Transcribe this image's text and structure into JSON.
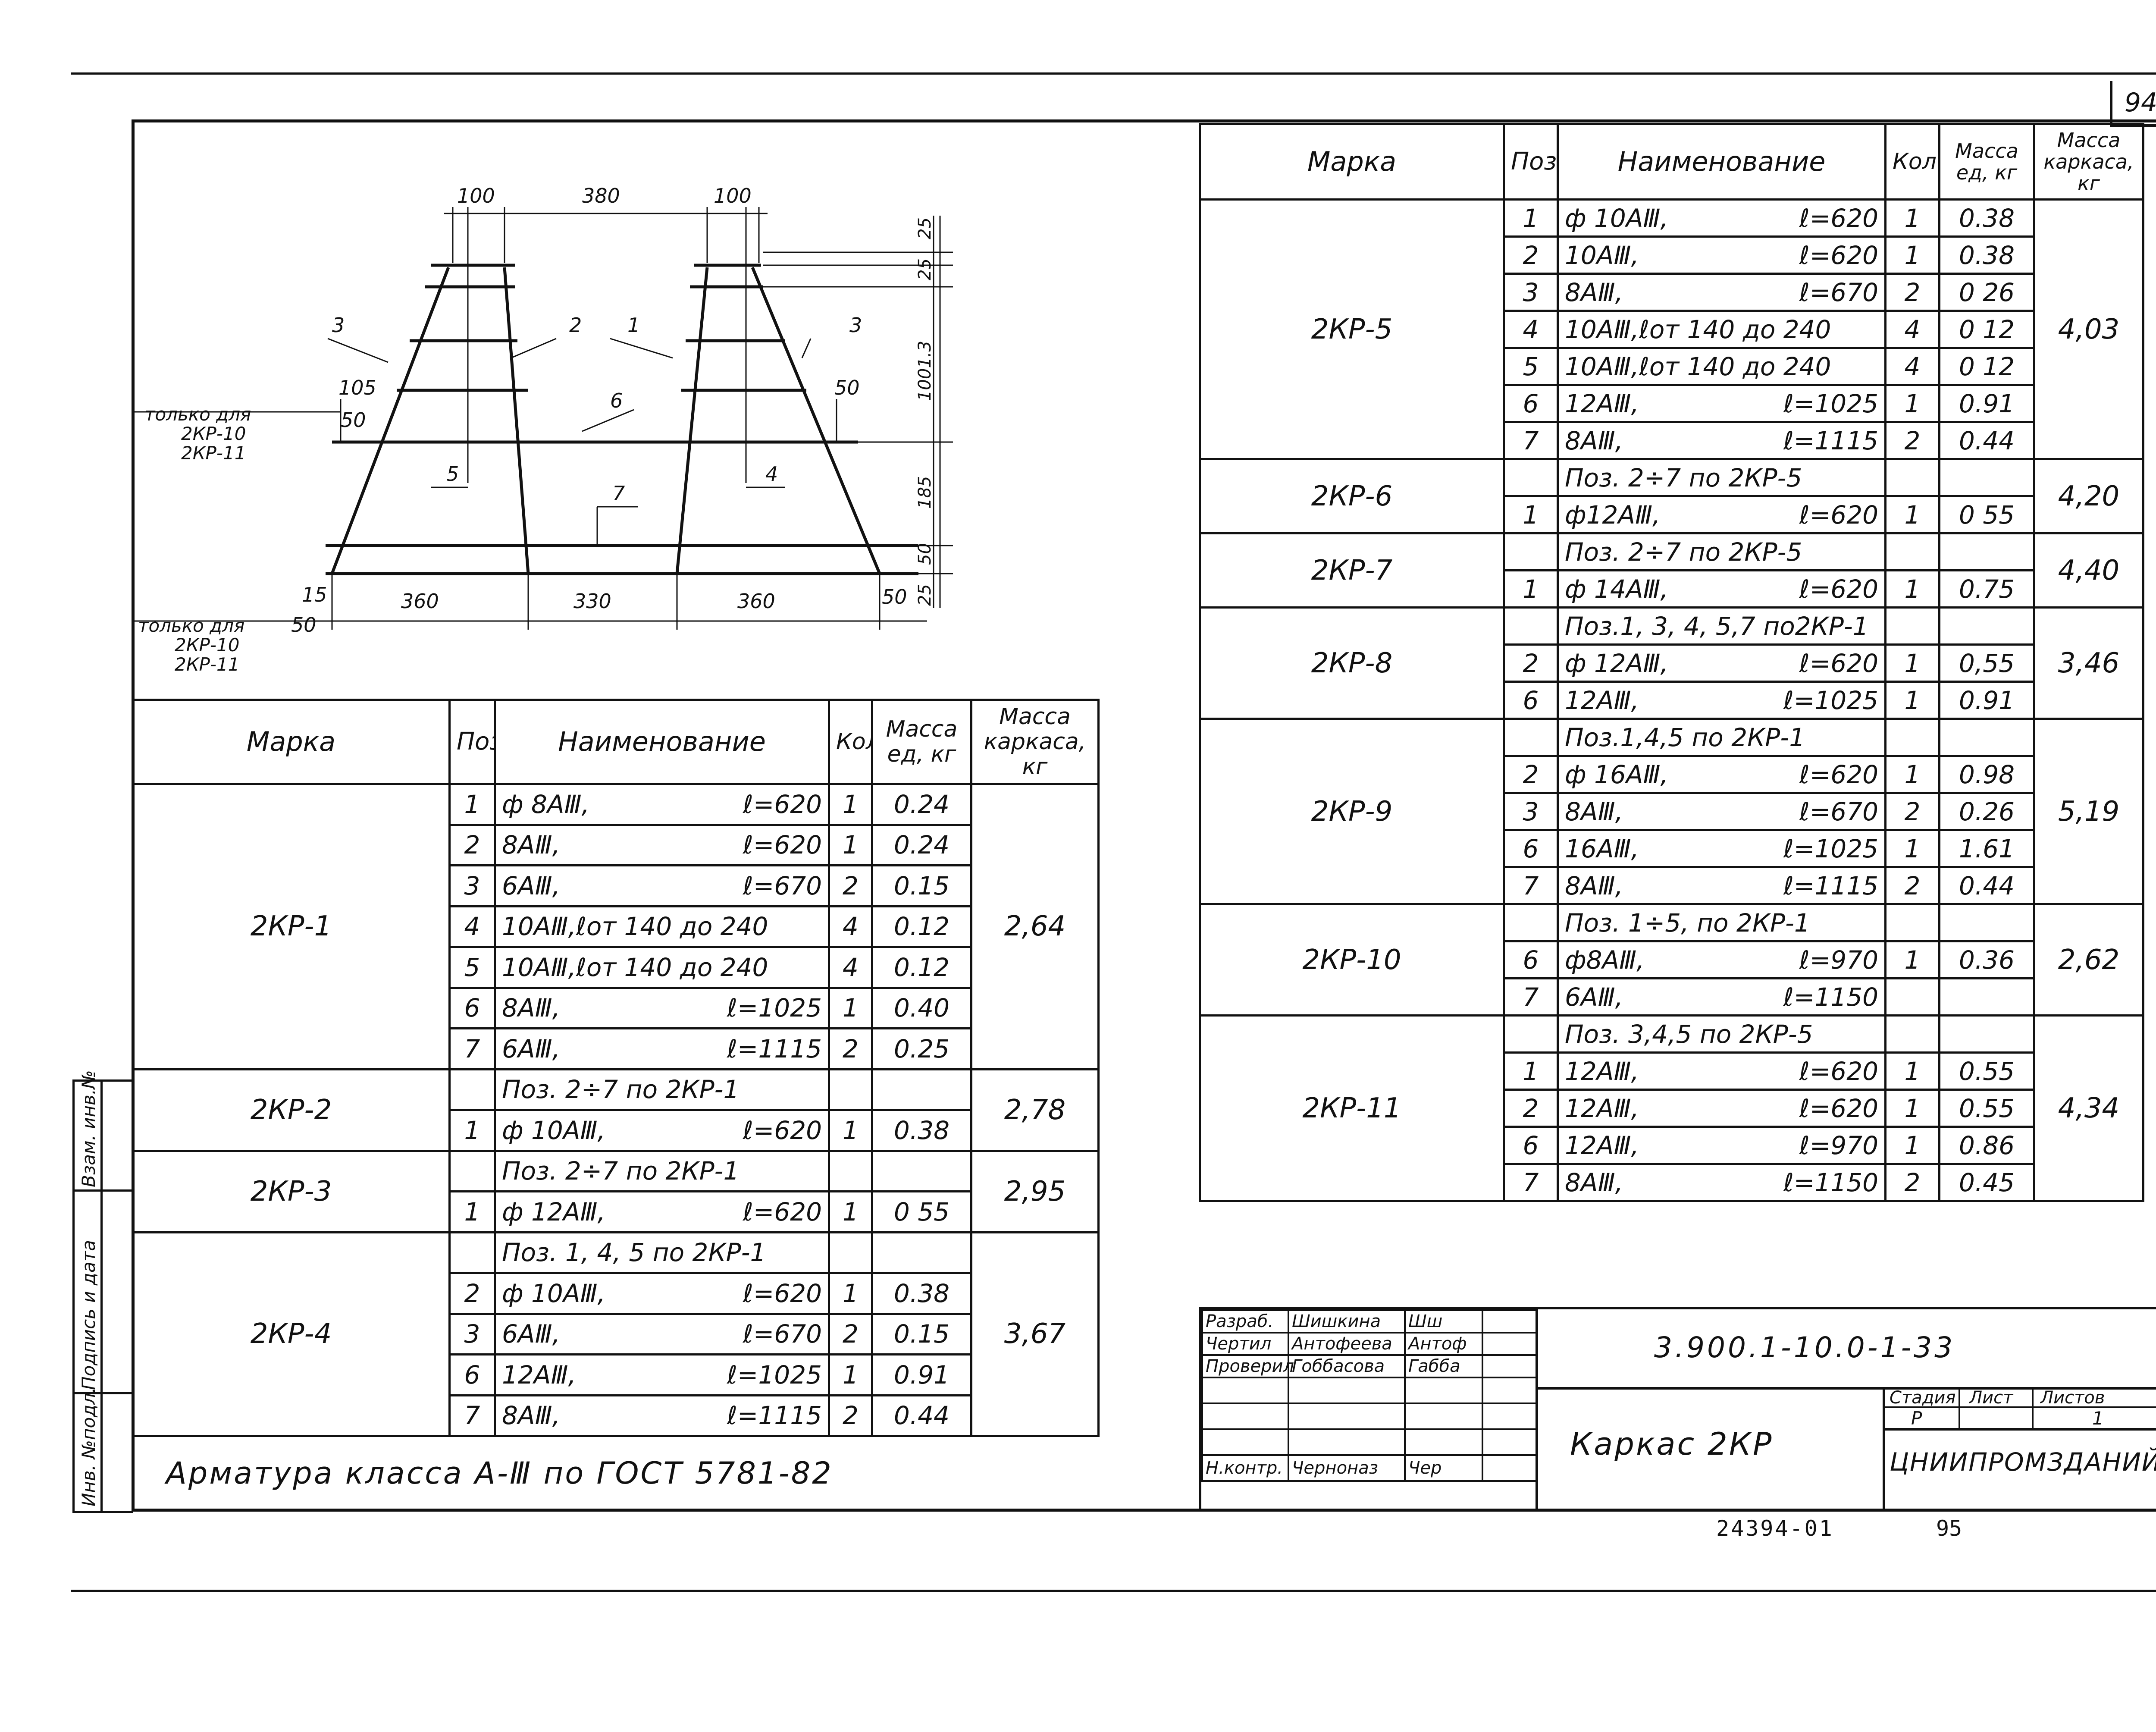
{
  "sheet_number": "94",
  "drawing": {
    "dims_top": [
      "100",
      "380",
      "100"
    ],
    "dims_bottom": [
      "15",
      "360",
      "330",
      "360"
    ],
    "dims_right": [
      "25",
      "25",
      "1001.3",
      "185",
      "50",
      "25"
    ],
    "dims_misc": [
      "105",
      "50",
      "50",
      "50",
      "50"
    ],
    "pos_labels": [
      "3",
      "2",
      "1",
      "3",
      "6",
      "5",
      "4",
      "7"
    ],
    "note_top": [
      "только для",
      "2КР-10",
      "2КР-11"
    ],
    "note_bottom": [
      "только для",
      "2КР-10",
      "2КР-11"
    ]
  },
  "headers": {
    "marka": "Марка",
    "poz_left": "Поз",
    "poz_right": "Поз.",
    "name": "Наименование",
    "kol": "Кол",
    "mass_ed": [
      "Масса",
      "ед, кг"
    ],
    "mass_kark": [
      "Масса",
      "каркаса,",
      "кг"
    ]
  },
  "left_table": [
    {
      "mark": "2КР-1",
      "mass": "2,64",
      "rows": [
        {
          "pos": "1",
          "name": "ф 8АⅢ,",
          "len": "ℓ=620",
          "kol": "1",
          "m": "0.24"
        },
        {
          "pos": "2",
          "name": "8АⅢ,",
          "len": "ℓ=620",
          "kol": "1",
          "m": "0.24"
        },
        {
          "pos": "3",
          "name": "6АⅢ,",
          "len": "ℓ=670",
          "kol": "2",
          "m": "0.15"
        },
        {
          "pos": "4",
          "name": "10АⅢ,ℓот 140 до 240",
          "len": "",
          "kol": "4",
          "m": "0.12"
        },
        {
          "pos": "5",
          "name": "10АⅢ,ℓот 140 до 240",
          "len": "",
          "kol": "4",
          "m": "0.12"
        },
        {
          "pos": "6",
          "name": "8АⅢ,",
          "len": "ℓ=1025",
          "kol": "1",
          "m": "0.40"
        },
        {
          "pos": "7",
          "name": "6АⅢ,",
          "len": "ℓ=1115",
          "kol": "2",
          "m": "0.25"
        }
      ]
    },
    {
      "mark": "2КР-2",
      "mass": "2,78",
      "rows": [
        {
          "pos": "",
          "name": "Поз. 2÷7  по  2КР-1",
          "len": "",
          "kol": "",
          "m": ""
        },
        {
          "pos": "1",
          "name": "ф 10АⅢ,",
          "len": "ℓ=620",
          "kol": "1",
          "m": "0.38"
        }
      ]
    },
    {
      "mark": "2КР-3",
      "mass": "2,95",
      "rows": [
        {
          "pos": "",
          "name": "Поз. 2÷7  по  2КР-1",
          "len": "",
          "kol": "",
          "m": ""
        },
        {
          "pos": "1",
          "name": "ф 12АⅢ,",
          "len": "ℓ=620",
          "kol": "1",
          "m": "0 55"
        }
      ]
    },
    {
      "mark": "2КР-4",
      "mass": "3,67",
      "rows": [
        {
          "pos": "",
          "name": "Поз. 1, 4, 5 по  2КР-1",
          "len": "",
          "kol": "",
          "m": ""
        },
        {
          "pos": "2",
          "name": "ф 10АⅢ,",
          "len": "ℓ=620",
          "kol": "1",
          "m": "0.38"
        },
        {
          "pos": "3",
          "name": "6АⅢ,",
          "len": "ℓ=670",
          "kol": "2",
          "m": "0.15"
        },
        {
          "pos": "6",
          "name": "12АⅢ,",
          "len": "ℓ=1025",
          "kol": "1",
          "m": "0.91"
        },
        {
          "pos": "7",
          "name": "8АⅢ,",
          "len": "ℓ=1115",
          "kol": "2",
          "m": "0.44"
        }
      ]
    }
  ],
  "right_table": [
    {
      "mark": "2КР-5",
      "mass": "4,03",
      "rows": [
        {
          "pos": "1",
          "name": "ф 10АⅢ,",
          "len": "ℓ=620",
          "kol": "1",
          "m": "0.38"
        },
        {
          "pos": "2",
          "name": "10АⅢ,",
          "len": "ℓ=620",
          "kol": "1",
          "m": "0.38"
        },
        {
          "pos": "3",
          "name": "8АⅢ,",
          "len": "ℓ=670",
          "kol": "2",
          "m": "0 26"
        },
        {
          "pos": "4",
          "name": "10АⅢ,ℓот 140 до 240",
          "len": "",
          "kol": "4",
          "m": "0 12"
        },
        {
          "pos": "5",
          "name": "10АⅢ,ℓот 140 до 240",
          "len": "",
          "kol": "4",
          "m": "0 12"
        },
        {
          "pos": "6",
          "name": "12АⅢ,",
          "len": "ℓ=1025",
          "kol": "1",
          "m": "0.91"
        },
        {
          "pos": "7",
          "name": "8АⅢ,",
          "len": "ℓ=1115",
          "kol": "2",
          "m": "0.44"
        }
      ]
    },
    {
      "mark": "2КР-6",
      "mass": "4,20",
      "rows": [
        {
          "pos": "",
          "name": "Поз. 2÷7  по  2КР-5",
          "len": "",
          "kol": "",
          "m": ""
        },
        {
          "pos": "1",
          "name": "ф12АⅢ,",
          "len": "ℓ=620",
          "kol": "1",
          "m": "0 55"
        }
      ]
    },
    {
      "mark": "2КР-7",
      "mass": "4,40",
      "rows": [
        {
          "pos": "",
          "name": "Поз. 2÷7  по  2КР-5",
          "len": "",
          "kol": "",
          "m": ""
        },
        {
          "pos": "1",
          "name": "ф 14АⅢ,",
          "len": "ℓ=620",
          "kol": "1",
          "m": "0.75"
        }
      ]
    },
    {
      "mark": "2КР-8",
      "mass": "3,46",
      "rows": [
        {
          "pos": "",
          "name": "Поз.1, 3, 4, 5,7 по2КР-1",
          "len": "",
          "kol": "",
          "m": ""
        },
        {
          "pos": "2",
          "name": "ф 12АⅢ,",
          "len": "ℓ=620",
          "kol": "1",
          "m": "0,55"
        },
        {
          "pos": "6",
          "name": "12АⅢ,",
          "len": "ℓ=1025",
          "kol": "1",
          "m": "0.91"
        }
      ]
    },
    {
      "mark": "2КР-9",
      "mass": "5,19",
      "rows": [
        {
          "pos": "",
          "name": "Поз.1,4,5 по  2КР-1",
          "len": "",
          "kol": "",
          "m": ""
        },
        {
          "pos": "2",
          "name": "ф 16АⅢ,",
          "len": "ℓ=620",
          "kol": "1",
          "m": "0.98"
        },
        {
          "pos": "3",
          "name": "8АⅢ,",
          "len": "ℓ=670",
          "kol": "2",
          "m": "0.26"
        },
        {
          "pos": "6",
          "name": "16АⅢ,",
          "len": "ℓ=1025",
          "kol": "1",
          "m": "1.61"
        },
        {
          "pos": "7",
          "name": "8АⅢ,",
          "len": "ℓ=1115",
          "kol": "2",
          "m": "0.44"
        }
      ]
    },
    {
      "mark": "2КР-10",
      "mass": "2,62",
      "rows": [
        {
          "pos": "",
          "name": "Поз. 1÷5,  по  2КР-1",
          "len": "",
          "kol": "",
          "m": ""
        },
        {
          "pos": "6",
          "name": "ф8АⅢ,",
          "len": "ℓ=970",
          "kol": "1",
          "m": "0.36"
        },
        {
          "pos": "7",
          "name": "6АⅢ,",
          "len": "ℓ=1150",
          "kol": "",
          "m": ""
        }
      ]
    },
    {
      "mark": "2КР-11",
      "mass": "4,34",
      "rows": [
        {
          "pos": "",
          "name": "Поз. 3,4,5 по  2КР-5",
          "len": "",
          "kol": "",
          "m": ""
        },
        {
          "pos": "1",
          "name": "12АⅢ,",
          "len": "ℓ=620",
          "kol": "1",
          "m": "0.55"
        },
        {
          "pos": "2",
          "name": "12АⅢ,",
          "len": "ℓ=620",
          "kol": "1",
          "m": "0.55"
        },
        {
          "pos": "6",
          "name": "12АⅢ,",
          "len": "ℓ=970",
          "kol": "1",
          "m": "0.86"
        },
        {
          "pos": "7",
          "name": "8АⅢ,",
          "len": "ℓ=1150",
          "kol": "2",
          "m": "0.45"
        }
      ]
    }
  ],
  "note_bottom": "Арматура класса А-Ⅲ по ГОСТ 5781-82",
  "side_stamp": [
    "Инв. №подл.",
    "Подпись и дата",
    "Взам. инв.№"
  ],
  "title_block": {
    "roles": [
      "Разраб.",
      "Чертил",
      "Проверил",
      "",
      "",
      "",
      "Н.контр."
    ],
    "names": [
      "Шишкина",
      "Антофеева",
      "Гоббасова",
      "",
      "",
      "",
      "Черноназ"
    ],
    "signatures": [
      "Шш",
      "Антоф",
      "Габба",
      "",
      "",
      "",
      "Чер"
    ],
    "code": "3.900.1-10.0-1-33",
    "title": "Каркас 2КР",
    "stage_label": "Стадия",
    "sheet_label": "Лист",
    "sheets_label": "Листов",
    "stage": "Р",
    "sheet": "",
    "sheets": "1",
    "org": "ЦНИИПРОМЗДАНИЙ"
  },
  "footer": {
    "archive": "24394-01",
    "page": "95"
  }
}
